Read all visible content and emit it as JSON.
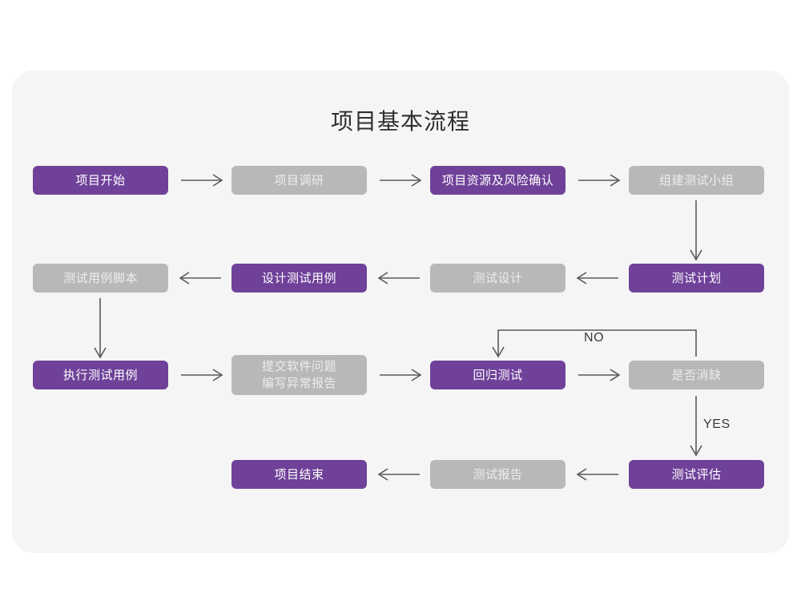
{
  "title": "项目基本流程",
  "colors": {
    "purple": "#6f4199",
    "gray": "#b8b8b8",
    "card_bg": "#f5f5f5",
    "page_bg": "#ffffff",
    "arrow": "#5a5a5a",
    "title_text": "#2f2f2f",
    "purple_text": "#ffffff",
    "gray_text": "#ededed"
  },
  "nodes": [
    {
      "id": "n1",
      "label": "项目开始",
      "style": "purple",
      "row": 1,
      "col": 1
    },
    {
      "id": "n2",
      "label": "项目调研",
      "style": "gray",
      "row": 1,
      "col": 2
    },
    {
      "id": "n3",
      "label": "项目资源及风险确认",
      "style": "purple",
      "row": 1,
      "col": 3
    },
    {
      "id": "n4",
      "label": "组建测试小组",
      "style": "gray",
      "row": 1,
      "col": 4
    },
    {
      "id": "n5",
      "label": "测试用例脚本",
      "style": "gray",
      "row": 2,
      "col": 1
    },
    {
      "id": "n6",
      "label": "设计测试用例",
      "style": "purple",
      "row": 2,
      "col": 2
    },
    {
      "id": "n7",
      "label": "测试设计",
      "style": "gray",
      "row": 2,
      "col": 3
    },
    {
      "id": "n8",
      "label": "测试计划",
      "style": "purple",
      "row": 2,
      "col": 4
    },
    {
      "id": "n9",
      "label": "执行测试用例",
      "style": "purple",
      "row": 3,
      "col": 1
    },
    {
      "id": "n10",
      "label": "提交软件问题\n编写异常报告",
      "style": "gray",
      "row": 3,
      "col": 2
    },
    {
      "id": "n11",
      "label": "回归测试",
      "style": "purple",
      "row": 3,
      "col": 3
    },
    {
      "id": "n12",
      "label": "是否消缺",
      "style": "gray",
      "row": 3,
      "col": 4
    },
    {
      "id": "n13",
      "label": "项目结束",
      "style": "purple",
      "row": 4,
      "col": 2
    },
    {
      "id": "n14",
      "label": "测试报告",
      "style": "gray",
      "row": 4,
      "col": 3
    },
    {
      "id": "n15",
      "label": "测试评估",
      "style": "purple",
      "row": 4,
      "col": 4
    }
  ],
  "edges": [
    {
      "from": "n1",
      "to": "n2",
      "label": "",
      "direction": "right"
    },
    {
      "from": "n2",
      "to": "n3",
      "label": "",
      "direction": "right"
    },
    {
      "from": "n3",
      "to": "n4",
      "label": "",
      "direction": "right"
    },
    {
      "from": "n4",
      "to": "n8",
      "label": "",
      "direction": "down"
    },
    {
      "from": "n8",
      "to": "n7",
      "label": "",
      "direction": "left"
    },
    {
      "from": "n7",
      "to": "n6",
      "label": "",
      "direction": "left"
    },
    {
      "from": "n6",
      "to": "n5",
      "label": "",
      "direction": "left"
    },
    {
      "from": "n5",
      "to": "n9",
      "label": "",
      "direction": "down"
    },
    {
      "from": "n9",
      "to": "n10",
      "label": "",
      "direction": "right"
    },
    {
      "from": "n10",
      "to": "n11",
      "label": "",
      "direction": "right"
    },
    {
      "from": "n11",
      "to": "n12",
      "label": "",
      "direction": "right"
    },
    {
      "from": "n12",
      "to": "n11",
      "label": "NO",
      "direction": "loop-up-left"
    },
    {
      "from": "n12",
      "to": "n15",
      "label": "YES",
      "direction": "down"
    },
    {
      "from": "n15",
      "to": "n14",
      "label": "",
      "direction": "left"
    },
    {
      "from": "n14",
      "to": "n13",
      "label": "",
      "direction": "left"
    }
  ],
  "edge_labels": {
    "no": "NO",
    "yes": "YES"
  }
}
